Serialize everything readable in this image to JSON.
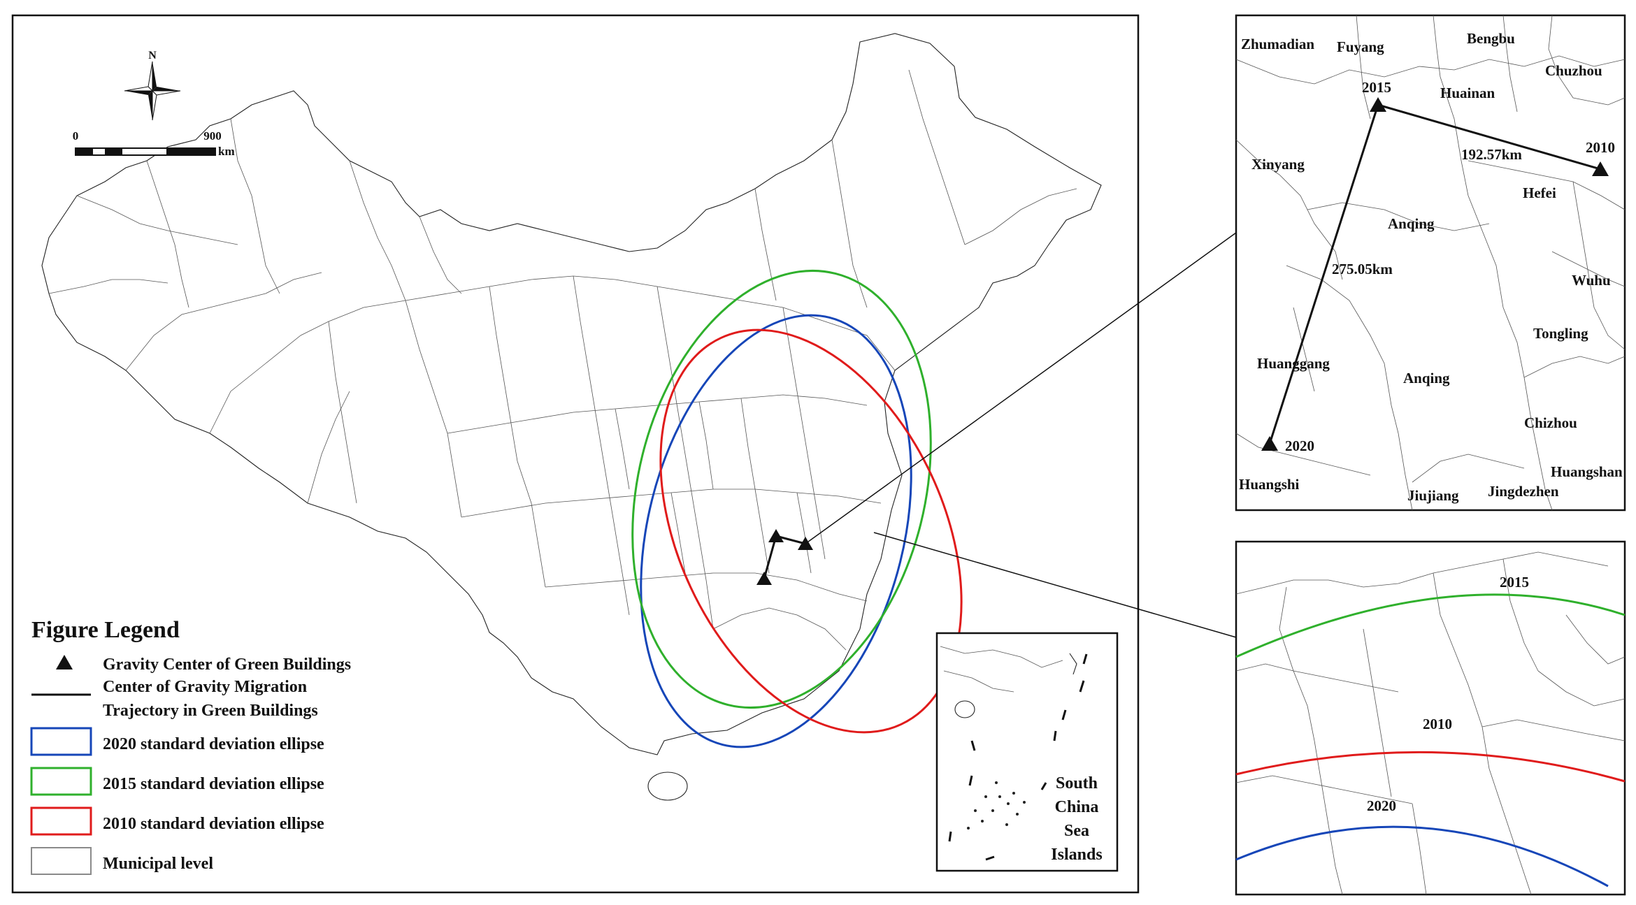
{
  "colors": {
    "y2020": "#1646b8",
    "y2015": "#2fb02c",
    "y2010": "#e01b1b",
    "municipal": "#8a8a8a",
    "line": "#111111"
  },
  "north_label": "N",
  "scale": {
    "zero": "0",
    "max": "900",
    "unit": "km"
  },
  "legend": {
    "title": "Figure Legend",
    "gravity_center": "Gravity Center of Green Buildings",
    "trajectory_line1": "Center of Gravity Migration",
    "trajectory_line2": "Trajectory in Green Buildings",
    "ellipse_2020": "2020 standard deviation ellipse",
    "ellipse_2015": "2015 standard deviation ellipse",
    "ellipse_2010": "2010 standard deviation ellipse",
    "municipal": "Municipal level"
  },
  "inset_scs": {
    "line1": "South",
    "line2": "China",
    "line3": "Sea",
    "line4": "Islands"
  },
  "zoom1": {
    "cities": [
      "Zhumadian",
      "Fuyang",
      "Bengbu",
      "Chuzhou",
      "Huainan",
      "Xinyang",
      "Hefei",
      "Anqing",
      "Wuhu",
      "Tongling",
      "Huanggang",
      "Anqing",
      "Chizhou",
      "Huangshan",
      "Huangshi",
      "Jiujiang",
      "Jingdezhen"
    ],
    "year_2015": "2015",
    "year_2010": "2010",
    "year_2020": "2020",
    "dist_1": "192.57km",
    "dist_2": "275.05km"
  },
  "zoom2": {
    "label_2015": "2015",
    "label_2010": "2010",
    "label_2020": "2020"
  }
}
